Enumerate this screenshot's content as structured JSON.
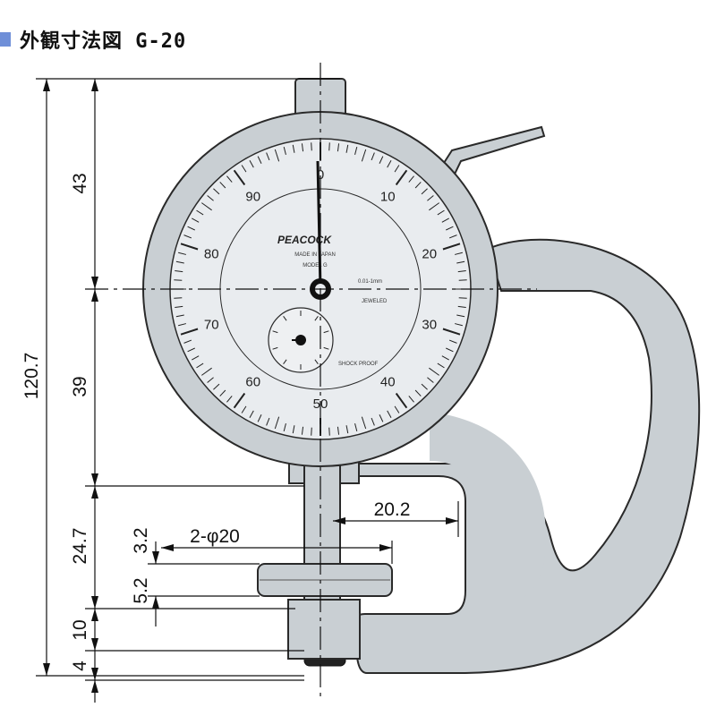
{
  "header": {
    "title": "外観寸法図 G-20"
  },
  "dimensions": {
    "total_height": "120.7",
    "top_section": "43",
    "middle_section": "39",
    "lower_section": "24.7",
    "upper_gap": "3.2",
    "anvil_thickness": "5.2",
    "bottom_offset": "10",
    "base": "4",
    "throat_depth": "20.2",
    "anvil_diameter": "2-φ20"
  },
  "dial": {
    "numbers": [
      "0",
      "10",
      "20",
      "30",
      "40",
      "50",
      "60",
      "70",
      "80",
      "90"
    ],
    "brand": "PEACOCK",
    "made_in": "MADE IN JAPAN",
    "model": "MODEL G",
    "jeweled": "JEWELED",
    "shock_proof": "SHOCK PROOF",
    "graduation": "0.01-1mm"
  },
  "colors": {
    "body_fill": "#c9cfd3",
    "body_stroke": "#2a2a2a",
    "dial_face": "#e9ecef",
    "title_marker": "#6f8fd8"
  }
}
